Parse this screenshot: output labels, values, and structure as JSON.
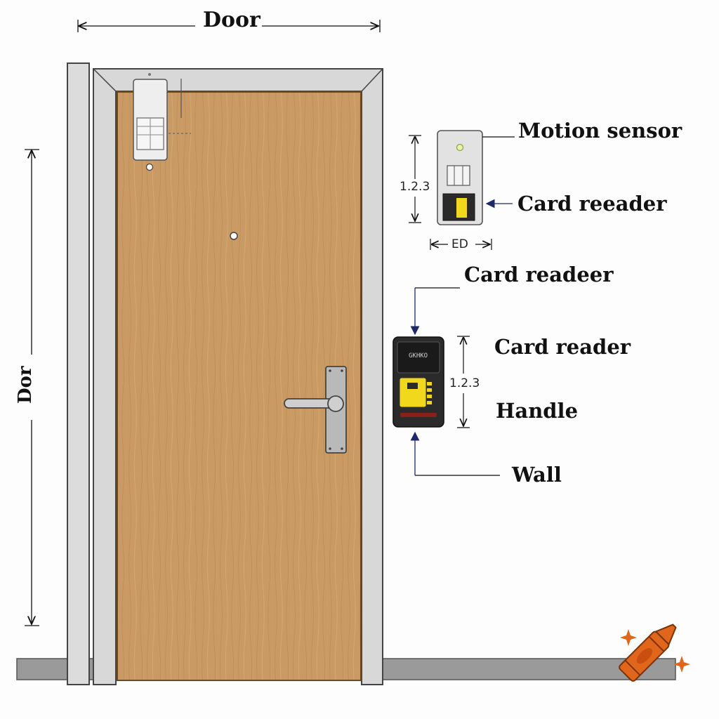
{
  "labels": {
    "top_dimension": "Door",
    "left_dimension": "Dor",
    "motion_sensor": "Motion sensor",
    "card_reader_top": "Card reeader",
    "card_reader_title": "Card readeer",
    "card_reader_side": "Card reader",
    "handle": "Handle",
    "wall": "Wall"
  },
  "dimensions": {
    "top_device_height": "1.2.3",
    "top_device_width": "ED",
    "bottom_device_height": "1.2.3"
  },
  "device_text": {
    "reader_screen": "GKHKO"
  },
  "colors": {
    "door_wood": "#c99a63",
    "frame": "#d4d4d4",
    "reader_body": "#2b2b2b",
    "reader_keypad": "#f2d81c",
    "crayon": "#e0661c"
  },
  "icons": [
    "motion-sensor-icon",
    "card-reader-icon",
    "crayon-icon",
    "sparkle-icon"
  ]
}
